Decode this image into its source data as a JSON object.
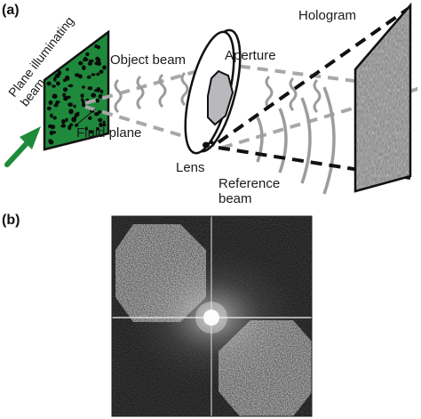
{
  "panels": {
    "a": {
      "label": "(a)"
    },
    "b": {
      "label": "(b)"
    }
  },
  "labels": {
    "illuminating_line1": "Plane illuminating",
    "illuminating_line2": "beam",
    "object_beam": "Object beam",
    "aperture": "Aperture",
    "hologram": "Hologram",
    "fluid_plane": "Fluid plane",
    "lens": "Lens",
    "reference_line1": "Reference",
    "reference_line2": "beam"
  },
  "colors": {
    "fluid_green": "#1f8a3c",
    "arrow_green": "#1e8a3a",
    "beam_gray": "#9c9c9c",
    "aperture_fill": "#b8b8bd",
    "fft_background": "#0a0a0a"
  }
}
